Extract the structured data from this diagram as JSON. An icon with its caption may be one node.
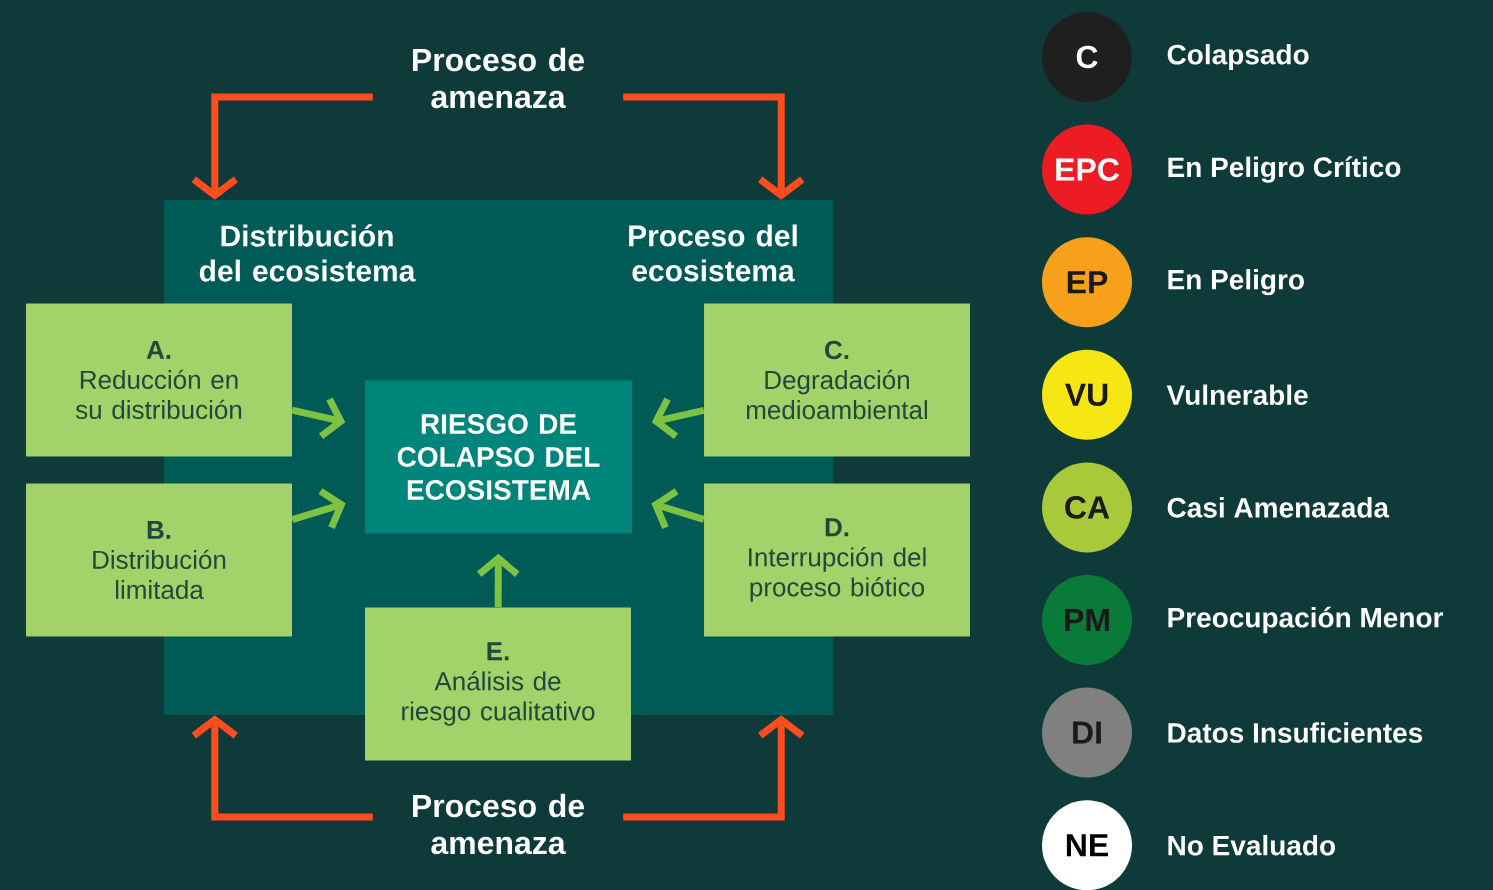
{
  "diagram": {
    "nodes": [
      {
        "text": [
          "Proceso de amenaza"
        ]
      },
      {
        "text": [
          "Distribución del ecosistema",
          "Proceso del ecosistema"
        ]
      },
      {
        "text": [
          "A.",
          "Reducción en su distribución"
        ]
      },
      {
        "text": [
          "B.",
          "Distribución limitada"
        ]
      },
      {
        "text": [
          "RIESGO DE COLAPSO DEL ECOSISTEMA"
        ],
        "in": 1
      },
      {
        "text": [
          "C.",
          "Degradación medioambiental"
        ]
      },
      {
        "text": [
          "D.",
          "Interrupción del proceso biótico"
        ]
      },
      {
        "text": [
          "E.",
          "Análisis de riesgo cualitativo"
        ]
      },
      {
        "text": [
          "Proceso de amenaza"
        ]
      },
      {
        "text": [
          "C"
        ],
        "beside": [
          "Colapsado"
        ]
      },
      {
        "text": [
          "EPC"
        ],
        "beside": [
          "En Peligro Crítico"
        ]
      },
      {
        "text": [
          "EP"
        ],
        "beside": [
          "En Peligro"
        ]
      },
      {
        "text": [
          "VU"
        ],
        "beside": [
          "Vulnerable"
        ]
      },
      {
        "text": [
          "CA"
        ],
        "beside": [
          "Casi Amenazada"
        ]
      },
      {
        "text": [
          "PM"
        ],
        "beside": [
          "Preocupación Menor"
        ]
      },
      {
        "text": [
          "DI"
        ],
        "beside": [
          "Datos Insuficientes"
        ]
      },
      {
        "text": [
          "NE"
        ],
        "beside": [
          "No Evaluado"
        ]
      }
    ],
    "edges": [
      {
        "from": 0,
        "to": 1,
        "arrow": "to",
        "color": "#ff4d1f"
      },
      {
        "from": 0,
        "to": 1,
        "arrow": "to",
        "color": "#ff4d1f"
      },
      {
        "from": 8,
        "to": 1,
        "arrow": "to",
        "color": "#ff4d1f"
      },
      {
        "from": 8,
        "to": 1,
        "arrow": "to",
        "color": "#ff4d1f"
      },
      {
        "from": 2,
        "to": 4,
        "arrow": "to"
      },
      {
        "from": 3,
        "to": 4,
        "arrow": "to"
      },
      {
        "from": 5,
        "to": 4,
        "arrow": "to"
      },
      {
        "from": 6,
        "to": 4,
        "arrow": "to"
      },
      {
        "from": 7,
        "to": 4,
        "arrow": "to"
      }
    ]
  }
}
